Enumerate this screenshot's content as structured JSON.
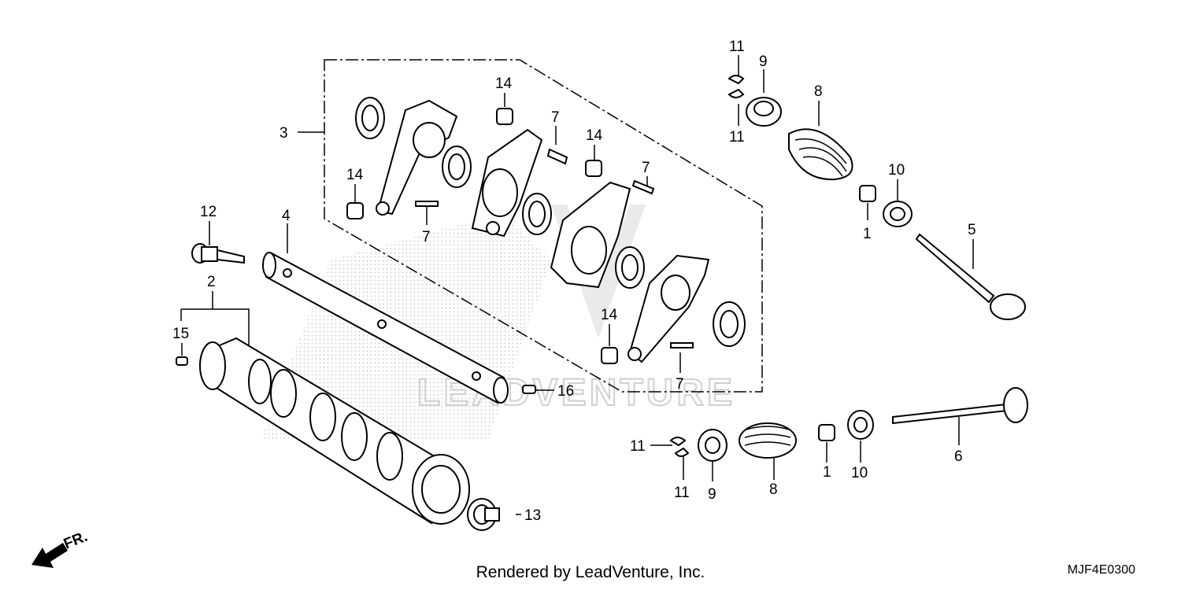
{
  "callouts": {
    "c1a": "1",
    "c1b": "1",
    "c2": "2",
    "c3": "3",
    "c4": "4",
    "c5": "5",
    "c6": "6",
    "c7a": "7",
    "c7b": "7",
    "c7c": "7",
    "c7d": "7",
    "c8a": "8",
    "c8b": "8",
    "c9a": "9",
    "c9b": "9",
    "c10a": "10",
    "c10b": "10",
    "c11a": "11",
    "c11b": "11",
    "c11c": "11",
    "c11d": "11",
    "c12": "12",
    "c13": "13",
    "c14a": "14",
    "c14b": "14",
    "c14c": "14",
    "c14d": "14",
    "c15": "15",
    "c16": "16"
  },
  "front_marker": "FR.",
  "watermark": "LEADVENTURE",
  "footer": {
    "credit": "Rendered by LeadVenture, Inc.",
    "diagram_code": "MJF4E0300"
  }
}
